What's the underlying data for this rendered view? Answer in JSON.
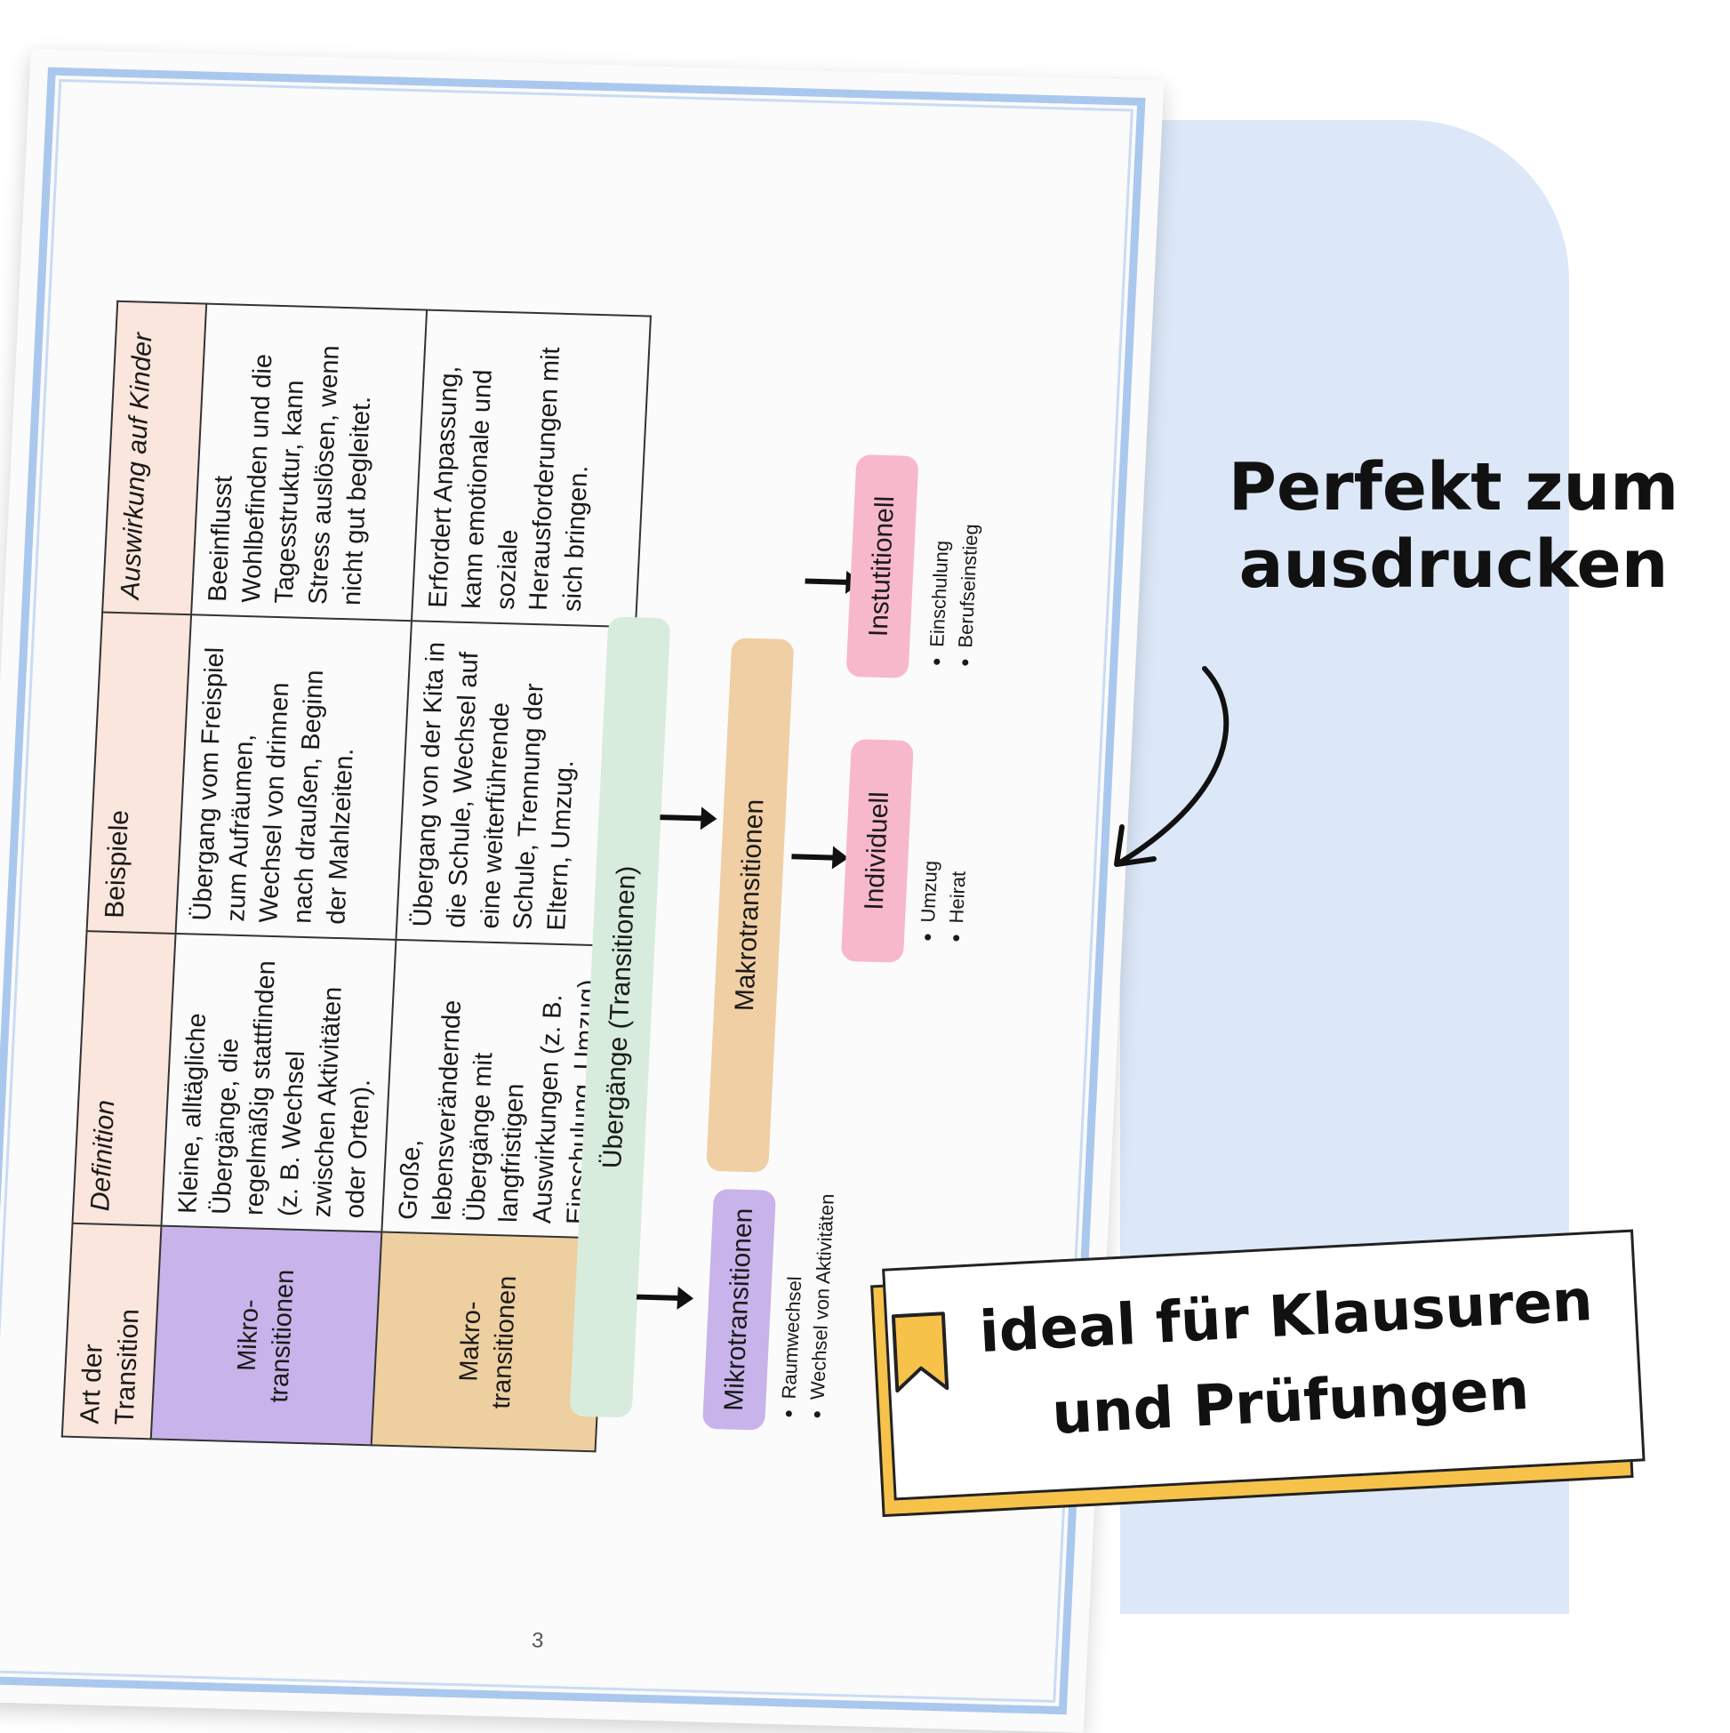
{
  "table": {
    "headers": [
      "Art der Transition",
      "Definition",
      "Beispiele",
      "Auswirkung auf Kinder"
    ],
    "rows": [
      {
        "category": "Mikro-transitionen",
        "definition": "Kleine, alltägliche Übergänge, die regelmäßig stattfinden (z. B. Wechsel zwischen Aktivitäten oder Orten).",
        "examples": "Übergang vom Freispiel zum Aufräumen, Wechsel von drinnen nach draußen, Beginn der Mahlzeiten.",
        "impact": "Beeinflusst Wohlbefinden und die Tagesstruktur, kann Stress auslösen, wenn nicht gut begleitet."
      },
      {
        "category": "Makro-transitionen",
        "definition": "Große, lebensverändernde Übergänge mit langfristigen Auswirkungen (z. B. Einschulung, Umzug).",
        "examples": "Übergang von der Kita in die Schule, Wechsel auf eine weiterführende Schule, Trennung der Eltern, Umzug.",
        "impact": "Erfordert Anpassung, kann emotionale und soziale Herausforderungen mit sich bringen."
      }
    ]
  },
  "diagram": {
    "root": "Übergänge (Transitionen)",
    "makro": "Makrotransitionen",
    "mikro": "Mikrotransitionen",
    "mikro_items": [
      "Raumwechsel",
      "Wechsel von Aktivitäten"
    ],
    "individuell": "Individuell",
    "individuell_items": [
      "Umzug",
      "Heirat"
    ],
    "institutionell": "Instutitionell",
    "institutionell_items": [
      "Einschulung",
      "Berufseinstieg"
    ]
  },
  "page_number": "3",
  "headline": "Perfekt zum ausdrucken",
  "banner": "ideal für Klausuren und Prüfungen",
  "colors": {
    "blue_card": "#dce8f8",
    "page_frame": "#aac8ee",
    "header_bg": "#fbe6dd",
    "mikro": "#c8b3ea",
    "makro": "#eecf9f",
    "main_box": "#d8ecde",
    "pink": "#f8b8cc",
    "banner_yellow": "#f6c24a"
  },
  "icons": [
    "arrow-right-icon",
    "curved-arrow-icon",
    "bookmark-icon"
  ]
}
